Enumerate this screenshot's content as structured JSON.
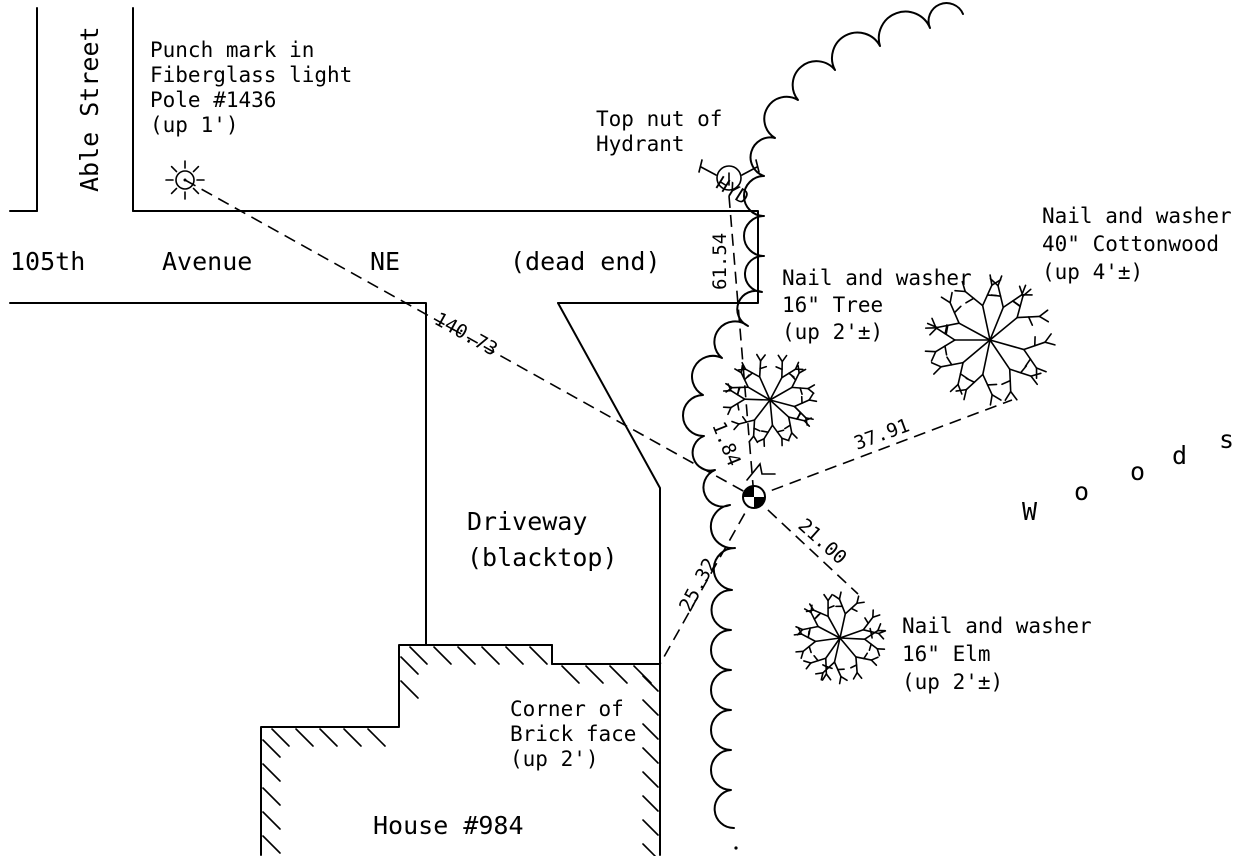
{
  "streets": {
    "able_street": "Able Street",
    "avenue_parts": [
      "105th",
      "Avenue",
      "NE",
      "(dead end)"
    ]
  },
  "driveway": [
    "Driveway",
    "(blacktop)"
  ],
  "house": "House #984",
  "woods": [
    "W",
    "o",
    "o",
    "d",
    "s"
  ],
  "hydrant_mark": "HYD",
  "benchmarks": {
    "light_pole": [
      "Punch mark in",
      "Fiberglass light",
      "Pole #1436",
      "(up 1')"
    ],
    "hydrant": [
      "Top nut of",
      "Hydrant"
    ],
    "tree16": [
      "Nail and washer",
      "16\" Tree",
      "(up 2'±)"
    ],
    "cottonwood": [
      "Nail and washer",
      "40\" Cottonwood",
      "(up 4'±)"
    ],
    "elm": [
      "Nail and washer",
      "16\" Elm",
      "(up 2'±)"
    ],
    "brick": [
      "Corner of",
      "Brick face",
      "(up 2')"
    ]
  },
  "distances": {
    "to_light_pole": "140.73",
    "to_hydrant": "61.54",
    "to_tree16": "1.84",
    "to_cottonwood": "37.91",
    "to_elm": "21.00",
    "to_brick": "25.32"
  }
}
